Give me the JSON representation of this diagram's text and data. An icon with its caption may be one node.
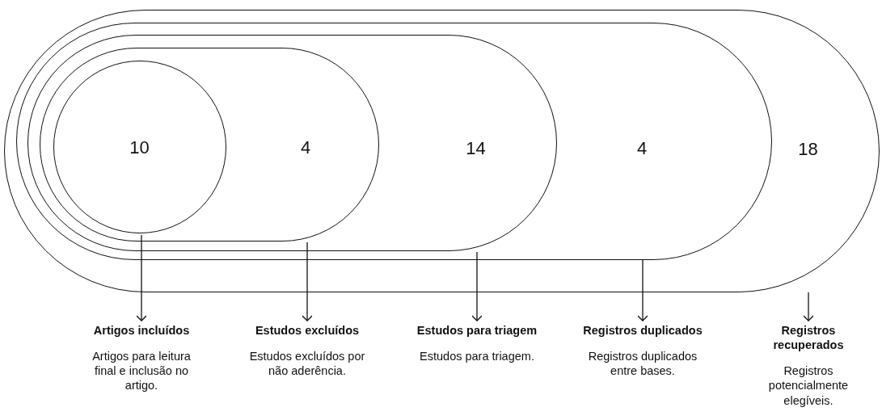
{
  "diagram": {
    "nodes": [
      {
        "text": [
          "18"
        ]
      },
      {
        "text": [
          "4"
        ],
        "in": 0
      },
      {
        "text": [
          "14"
        ],
        "in": 1
      },
      {
        "text": [
          "4"
        ],
        "in": 2
      },
      {
        "text": [
          "10"
        ],
        "in": 3
      },
      {
        "text": [
          "Artigos incluídos",
          "Artigos para leitura final e inclusão no artigo."
        ]
      },
      {
        "text": [
          "Estudos excluídos",
          "Estudos excluídos por não aderência."
        ]
      },
      {
        "text": [
          "Estudos para triagem",
          "Estudos para triagem."
        ]
      },
      {
        "text": [
          "Registros duplicados",
          "Registros duplicados entre bases."
        ]
      },
      {
        "text": [
          "Registros recuperados",
          "Registros potencialmente elegíveis."
        ]
      }
    ],
    "edges": [
      {
        "from": 4,
        "to": 5,
        "arrow": "to"
      },
      {
        "from": 3,
        "to": 6,
        "arrow": "to"
      },
      {
        "from": 2,
        "to": 7,
        "arrow": "to"
      },
      {
        "from": 1,
        "to": 8,
        "arrow": "to"
      },
      {
        "from": 0,
        "to": 9,
        "arrow": "to"
      }
    ]
  }
}
